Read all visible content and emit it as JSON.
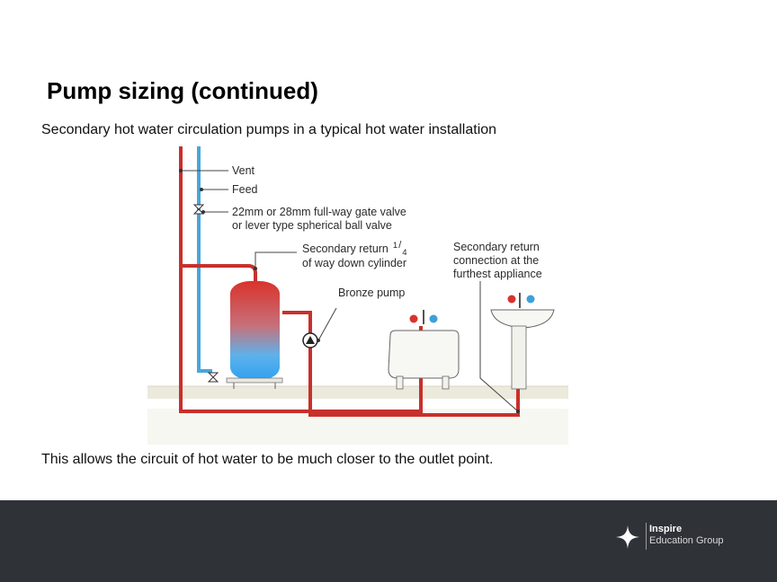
{
  "slide": {
    "title": "Pump sizing (continued)",
    "subtitle": "Secondary hot water circulation pumps in a typical hot water installation",
    "caption": "This allows the circuit of hot water to be much closer to the outlet point."
  },
  "diagram": {
    "labels": {
      "vent": "Vent",
      "feed": "Feed",
      "valve_line1": "22mm or 28mm full-way gate valve",
      "valve_line2": "or lever type spherical ball valve",
      "return_line1": "Secondary return",
      "return_fraction_num": "1",
      "return_fraction_den": "4",
      "return_line2": "of way down cylinder",
      "pump": "Bronze pump",
      "far_line1": "Secondary return",
      "far_line2": "connection at the",
      "far_line3": "furthest appliance"
    },
    "colors": {
      "hot_pipe": "#c8302c",
      "cold_pipe": "#4aa6d8",
      "floor": "#ebeadc"
    }
  },
  "footer": {
    "brand_name": "Inspire",
    "brand_tagline": "Education Group",
    "logo_icon": "star-icon"
  }
}
